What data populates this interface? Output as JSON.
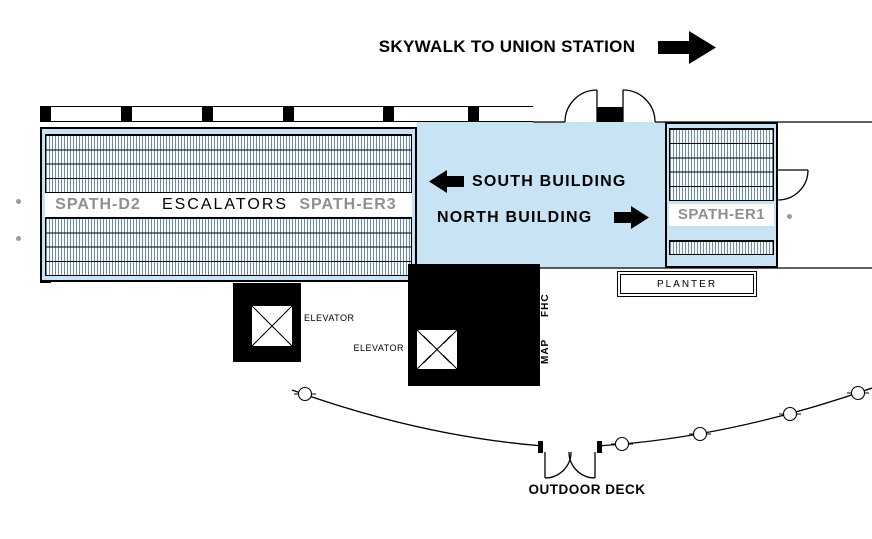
{
  "colors": {
    "zone_blue": "#c7e3f4",
    "label_gray": "#8f8f8f"
  },
  "header": {
    "skywalk_label": "SKYWALK TO UNION STATION"
  },
  "corridor": {
    "south_label": "SOUTH BUILDING",
    "north_label": "NORTH BUILDING"
  },
  "west_bank": {
    "left_label": "SPATH-D2",
    "center_label": "ESCALATORS",
    "right_label": "SPATH-ER3"
  },
  "east_bank": {
    "label": "SPATH-ER1"
  },
  "planter": {
    "label": "PLANTER"
  },
  "elevator_west": {
    "label": "ELEVATOR"
  },
  "elevator_east": {
    "label": "ELEVATOR"
  },
  "wall_labels": {
    "fhc": "FHC",
    "map": "MAP"
  },
  "deck": {
    "label": "OUTDOOR DECK"
  }
}
